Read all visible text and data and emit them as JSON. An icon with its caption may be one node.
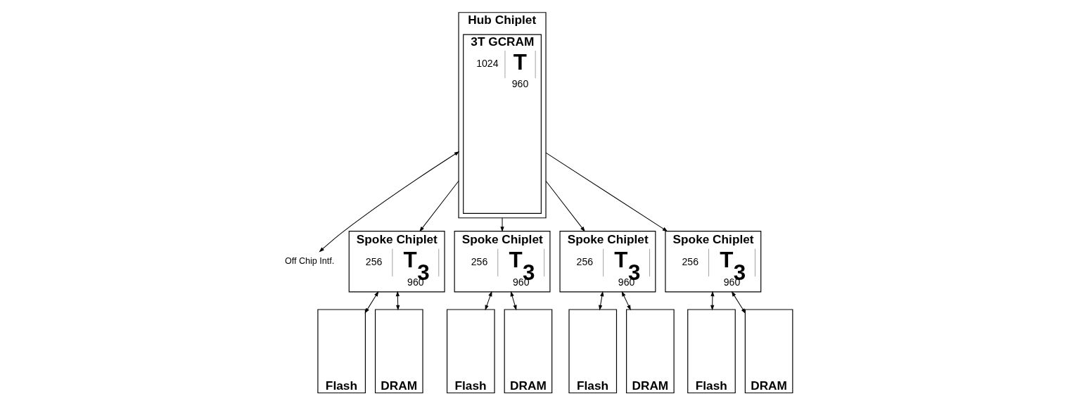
{
  "diagram": {
    "nodes": [
      {
        "text": [
          "Hub Chiplet"
        ]
      },
      {
        "text": [
          "3T GCRAM",
          "1024",
          "T",
          "960"
        ],
        "in": 0
      },
      {
        "text": [
          "Off Chip Intf."
        ]
      },
      {
        "text": [
          "Spoke Chiplet",
          "256",
          "T$_{3}$",
          "960"
        ]
      },
      {
        "text": [
          "Spoke Chiplet",
          "256",
          "T$_{3}$",
          "960"
        ]
      },
      {
        "text": [
          "Spoke Chiplet",
          "256",
          "T$_{3}$",
          "960"
        ]
      },
      {
        "text": [
          "Spoke Chiplet",
          "256",
          "T$_{3}$",
          "960"
        ]
      },
      {
        "text": [
          "Flash"
        ]
      },
      {
        "text": [
          "DRAM"
        ]
      },
      {
        "text": [
          "Flash"
        ]
      },
      {
        "text": [
          "DRAM"
        ]
      },
      {
        "text": [
          "Flash"
        ]
      },
      {
        "text": [
          "DRAM"
        ]
      },
      {
        "text": [
          "Flash"
        ]
      },
      {
        "text": [
          "DRAM"
        ]
      }
    ],
    "edges": [
      {
        "from": 0,
        "to": 2,
        "arrow": "both"
      },
      {
        "from": 0,
        "to": 3,
        "arrow": "to"
      },
      {
        "from": 0,
        "to": 4,
        "arrow": "to"
      },
      {
        "from": 0,
        "to": 5,
        "arrow": "to"
      },
      {
        "from": 0,
        "to": 6,
        "arrow": "to"
      },
      {
        "from": 3,
        "to": 7,
        "arrow": "both"
      },
      {
        "from": 3,
        "to": 8,
        "arrow": "both"
      },
      {
        "from": 4,
        "to": 9,
        "arrow": "both"
      },
      {
        "from": 4,
        "to": 10,
        "arrow": "both"
      },
      {
        "from": 5,
        "to": 11,
        "arrow": "both"
      },
      {
        "from": 5,
        "to": 12,
        "arrow": "both"
      },
      {
        "from": 6,
        "to": 13,
        "arrow": "both"
      },
      {
        "from": 6,
        "to": 14,
        "arrow": "both"
      }
    ]
  }
}
